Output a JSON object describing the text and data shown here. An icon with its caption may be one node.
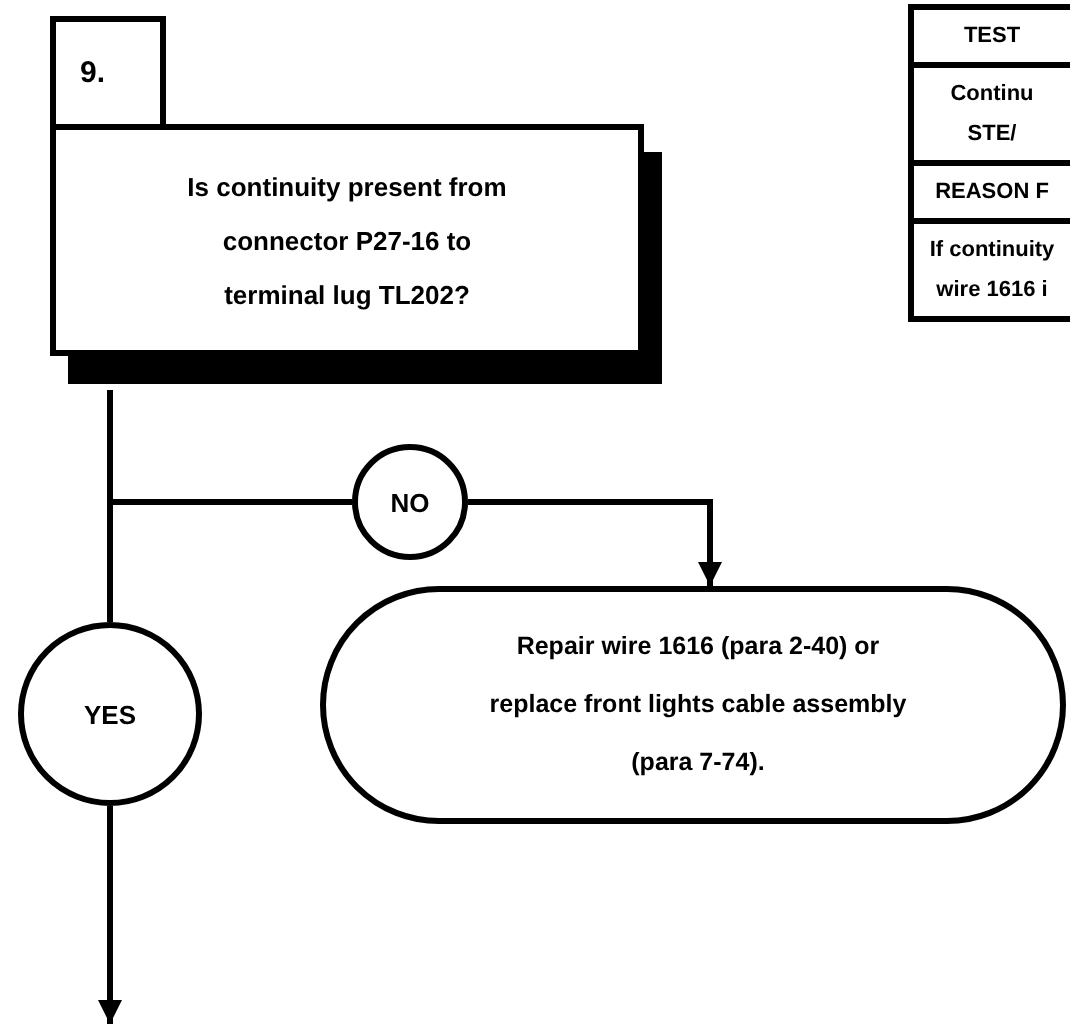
{
  "diagram": {
    "nodes": [
      {
        "text": [
          "9."
        ]
      },
      {
        "text": [
          "Is continuity present from connector P27-16 to terminal lug TL202?"
        ]
      },
      {
        "text": [
          "NO"
        ]
      },
      {
        "text": [
          "YES"
        ]
      },
      {
        "text": [
          "Repair wire 1616 (para 2-40) or replace front lights cable assembly (para 7-74)."
        ]
      }
    ],
    "edges": [
      {
        "from": 1,
        "to": 2,
        "arrow": "none"
      },
      {
        "from": 1,
        "to": 3,
        "arrow": "none"
      },
      {
        "from": 2,
        "to": 4,
        "arrow": "to"
      },
      {
        "from": 3,
        "to": null,
        "arrow": "to"
      }
    ],
    "labels": [
      "TEST",
      "Continu",
      "STE/",
      "REASON F",
      "If continuity",
      "wire 1616 i"
    ]
  }
}
